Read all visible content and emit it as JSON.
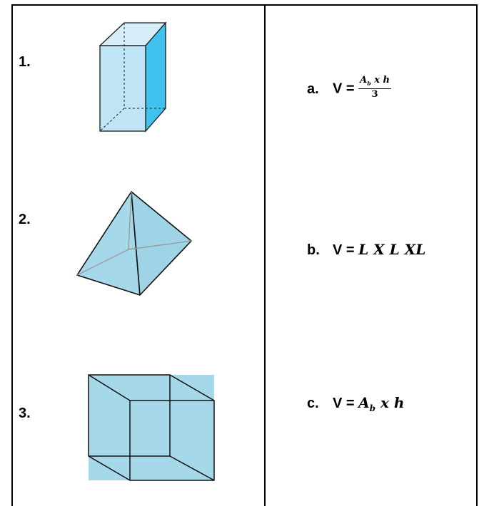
{
  "shapes": [
    {
      "number": "1.",
      "icon": "rectangular-prism-icon"
    },
    {
      "number": "2.",
      "icon": "square-pyramid-icon"
    },
    {
      "number": "3.",
      "icon": "cube-icon"
    }
  ],
  "formulas": [
    {
      "letter": "a.",
      "lhs": "V =",
      "numerator_base": "A",
      "numerator_sub": "b",
      "numerator_rest": " x h",
      "denominator": "3"
    },
    {
      "letter": "b.",
      "lhs": "V =",
      "expression": "L X L XL"
    },
    {
      "letter": "c.",
      "lhs": "V =",
      "base": "A",
      "sub": "b",
      "rest": " x h"
    }
  ],
  "colors": {
    "prism_front": "#bfe4f6",
    "prism_side": "#3fc2ee",
    "prism_top": "#d6eef9",
    "solid_fill": "#a5d9ea",
    "border": "#000000"
  }
}
